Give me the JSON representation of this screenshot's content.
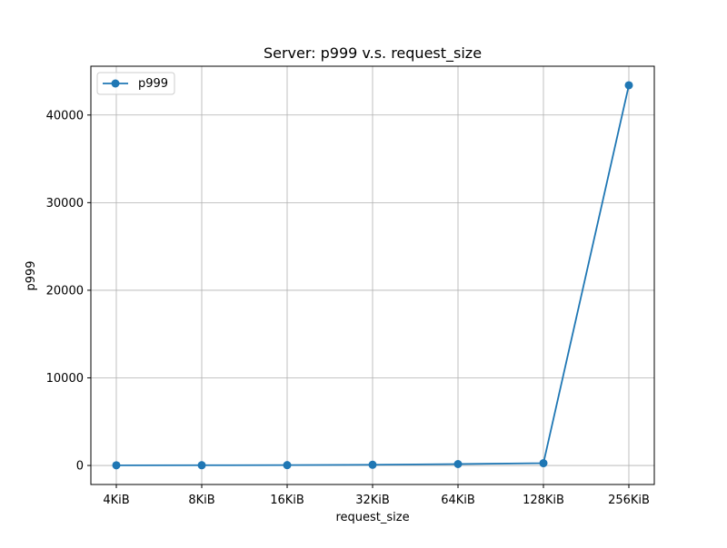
{
  "chart_data": {
    "type": "line",
    "title": "Server: p999 v.s. request_size",
    "xlabel": "request_size",
    "ylabel": "p999",
    "categories": [
      "4KiB",
      "8KiB",
      "16KiB",
      "32KiB",
      "64KiB",
      "128KiB",
      "256KiB"
    ],
    "series": [
      {
        "name": "p999",
        "values": [
          20,
          30,
          40,
          80,
          160,
          260,
          43400
        ]
      }
    ],
    "ylim": [
      -2170,
      45570
    ],
    "yticks": [
      0,
      10000,
      20000,
      30000,
      40000
    ],
    "ytick_labels": [
      "0",
      "10000",
      "20000",
      "30000",
      "40000"
    ],
    "grid": true,
    "legend_position": "top-left",
    "marker": "circle",
    "colors": {
      "series": "#1f77b4",
      "grid": "#b0b0b0",
      "frame": "#000000"
    }
  }
}
